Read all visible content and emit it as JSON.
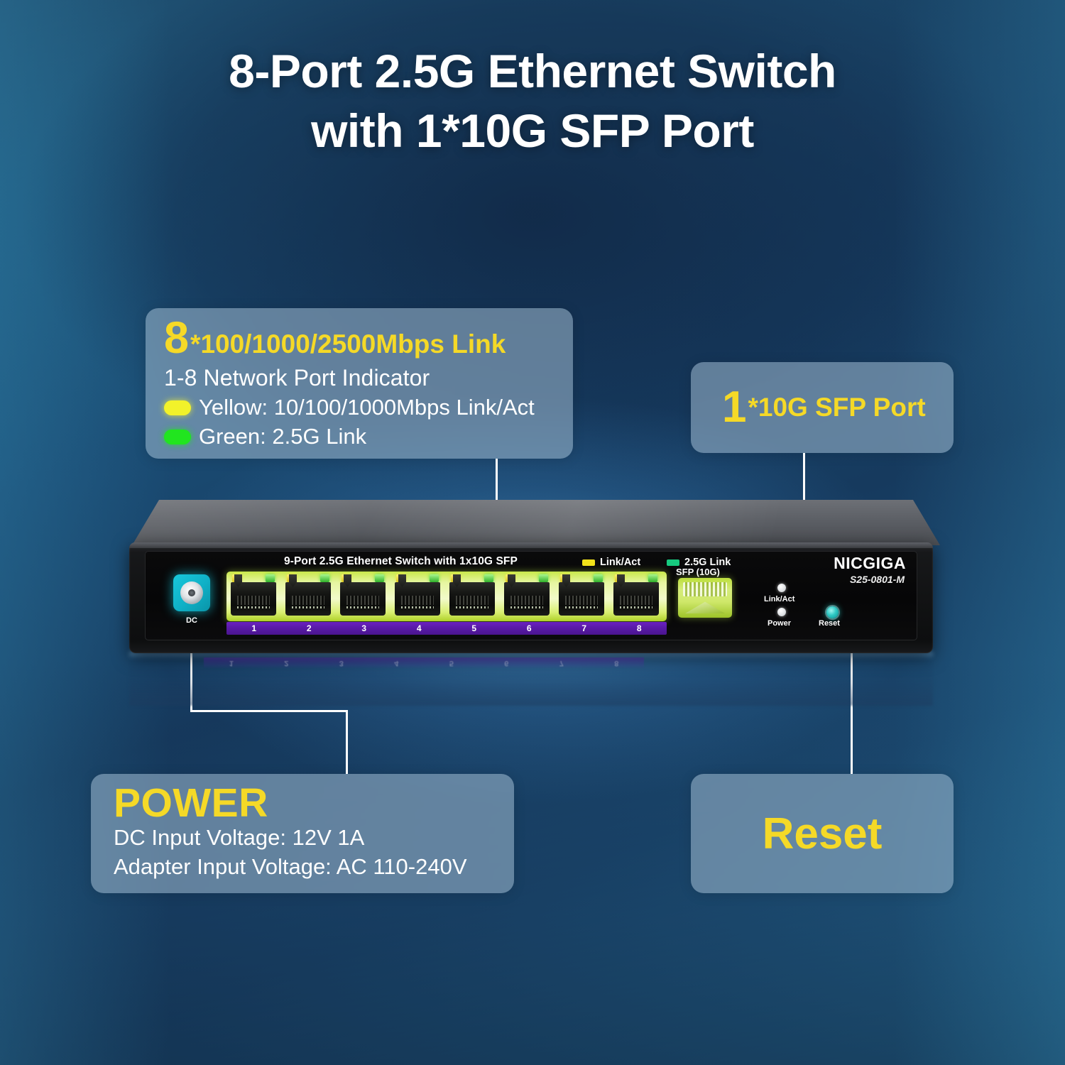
{
  "title": {
    "line1": "8-Port 2.5G Ethernet Switch",
    "line2": "with 1*10G SFP Port"
  },
  "callouts": {
    "ports": {
      "count": "8",
      "headline": "*100/1000/2500Mbps Link",
      "subtitle": "1-8 Network Port Indicator",
      "legend": [
        {
          "color": "#f2f22a",
          "label": "Yellow: 10/100/1000Mbps Link/Act"
        },
        {
          "color": "#21e51f",
          "label": "Green:  2.5G Link"
        }
      ]
    },
    "sfp": {
      "count": "1",
      "headline": "*10G SFP Port"
    },
    "power": {
      "title": "POWER",
      "line1": "DC Input Voltage: 12V 1A",
      "line2": "Adapter Input Voltage: AC 110-240V"
    },
    "reset": {
      "title": "Reset"
    }
  },
  "device": {
    "face_label": "9-Port 2.5G Ethernet Switch with 1x10G SFP",
    "legend": [
      {
        "label": "Link/Act",
        "color": "#f2e21a"
      },
      {
        "label": "2.5G Link",
        "color": "#16c97f"
      }
    ],
    "dc_label": "DC",
    "port_numbers": [
      "1",
      "2",
      "3",
      "4",
      "5",
      "6",
      "7",
      "8"
    ],
    "sfp_label": "SFP (10G)",
    "brand": "NICGIGA",
    "model": "S25-0801-M",
    "status_leds": [
      {
        "label": "Link/Act"
      },
      {
        "label": "Power"
      }
    ],
    "reset_label": "Reset"
  },
  "colors": {
    "accent_yellow": "#f5d927",
    "callout_bg": "rgba(168,196,216,0.52)",
    "port_green": "#c9e84b",
    "port_number_strip": "#5a1aa8",
    "dc_jack": "#16c8dc",
    "reset_button": "#2ec9c4"
  }
}
